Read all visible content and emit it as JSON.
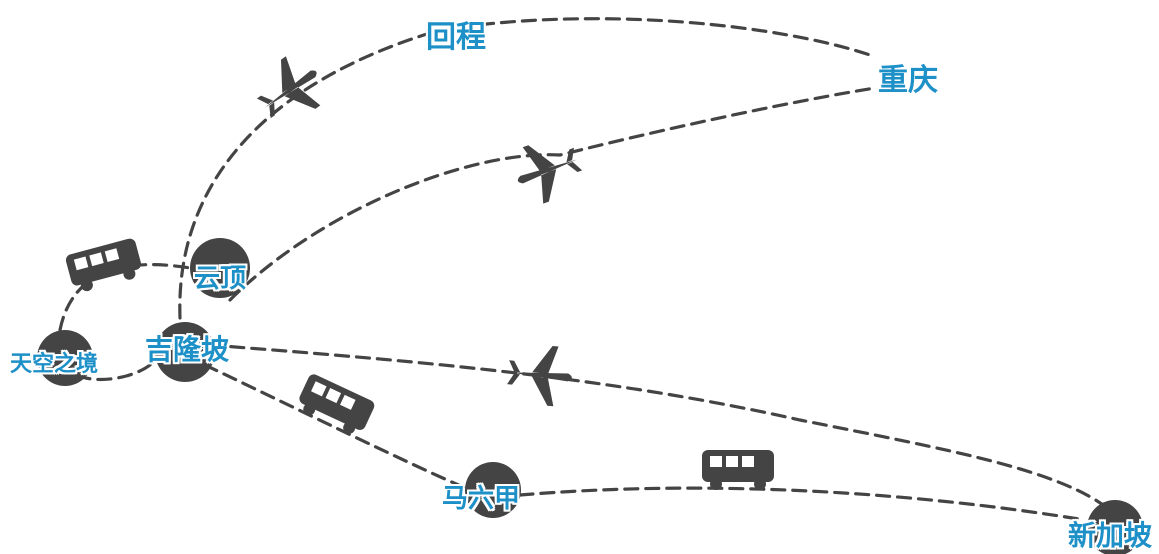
{
  "title": "回程",
  "cities": {
    "chongqing": "重庆",
    "genting": "云顶",
    "kuala_lumpur": "吉隆坡",
    "sky_mirror": "天空之境",
    "malacca": "马六甲",
    "singapore": "新加坡"
  },
  "route_line_color": "#444444",
  "label_color": "#1e90c8",
  "transport_icons": [
    "airplane-icon",
    "bus-icon"
  ]
}
